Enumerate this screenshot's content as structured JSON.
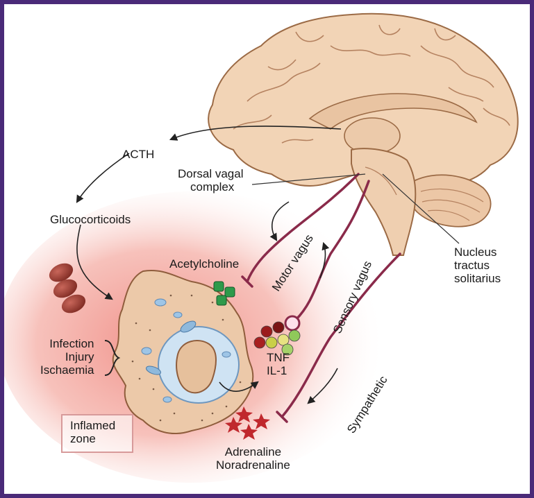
{
  "labels": {
    "acth": "ACTH",
    "glucocorticoids": "Glucocorticoids",
    "dorsal_vagal_line1": "Dorsal vagal",
    "dorsal_vagal_line2": "complex",
    "nucleus_line1": "Nucleus",
    "nucleus_line2": "tractus",
    "nucleus_line3": "solitarius",
    "acetylcholine": "Acetylcholine",
    "motor_vagus": "Motor vagus",
    "sensory_vagus": "Sensory vagus",
    "sympathetic": "Sympathetic",
    "infection": "Infection",
    "injury": "Injury",
    "ischaemia": "Ischaemia",
    "tnf": "TNF",
    "il1": "IL-1",
    "inflamed_line1": "Inflamed",
    "inflamed_line2": "zone",
    "adrenaline": "Adrenaline",
    "noradrenaline": "Noradrenaline"
  },
  "colors": {
    "frame": "#4a2a78",
    "brain": "#f0d3b6",
    "nerve": "#8a2a4a",
    "inflamed": "#f3a29a",
    "acetylcholine": "#2e9a4a",
    "red_cells": "#9e3a30",
    "adrenaline": "#c0282d"
  }
}
